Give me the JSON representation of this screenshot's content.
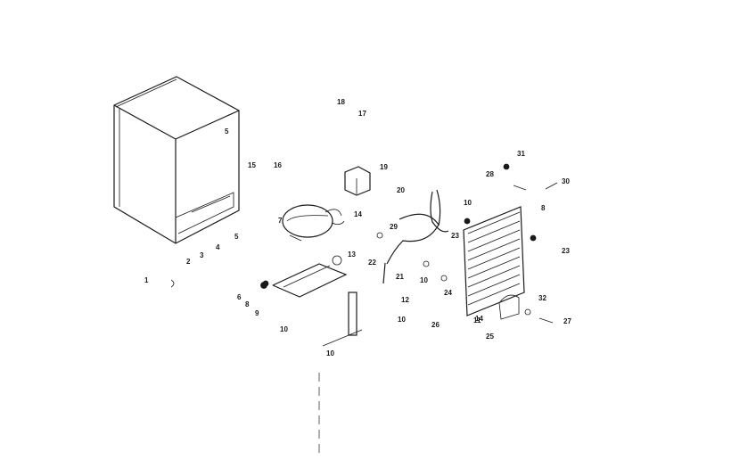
{
  "callouts": [
    {
      "label": "1"
    },
    {
      "label": "2"
    },
    {
      "label": "3"
    },
    {
      "label": "4"
    },
    {
      "label": "5"
    },
    {
      "label": "6"
    },
    {
      "label": "7"
    },
    {
      "label": "8"
    },
    {
      "label": "9"
    },
    {
      "label": "10"
    },
    {
      "label": "10"
    },
    {
      "label": "10"
    },
    {
      "label": "10"
    },
    {
      "label": "10"
    },
    {
      "label": "11"
    },
    {
      "label": "12"
    },
    {
      "label": "13"
    },
    {
      "label": "14"
    },
    {
      "label": "14"
    },
    {
      "label": "15"
    },
    {
      "label": "16"
    },
    {
      "label": "17"
    },
    {
      "label": "18"
    },
    {
      "label": "19"
    },
    {
      "label": "20"
    },
    {
      "label": "21"
    },
    {
      "label": "22"
    },
    {
      "label": "23"
    },
    {
      "label": "23"
    },
    {
      "label": "24"
    },
    {
      "label": "25"
    },
    {
      "label": "26"
    },
    {
      "label": "27"
    },
    {
      "label": "28"
    },
    {
      "label": "29"
    },
    {
      "label": "30"
    },
    {
      "label": "31"
    },
    {
      "label": "32"
    },
    {
      "label": "5"
    },
    {
      "label": "8"
    }
  ]
}
